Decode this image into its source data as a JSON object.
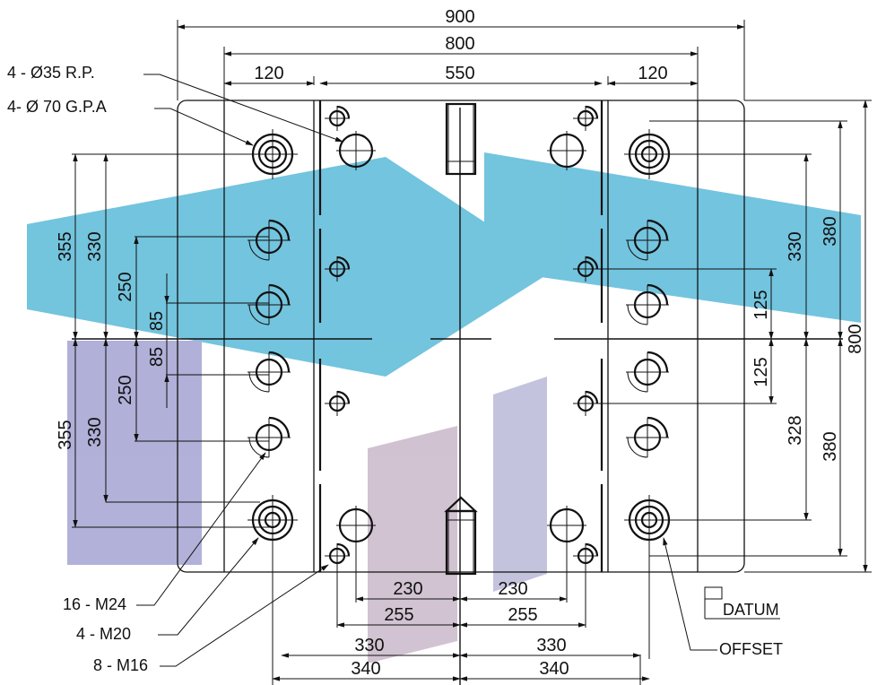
{
  "callouts": {
    "rp": "4 - Ø35  R.P.",
    "gpa": "4- Ø 70  G.P.A",
    "m24": "16 - M24",
    "m20": "4 - M20",
    "m16": "8 - M16",
    "datum": "DATUM",
    "offset": "OFFSET"
  },
  "dimensions": {
    "top": {
      "overall": "900",
      "inner": "800",
      "left_margin": "120",
      "center": "550",
      "right_margin": "120"
    },
    "left": {
      "outer_upper": "355",
      "mid_upper": "330",
      "inner_upper": "250",
      "small_upper": "85",
      "small_lower": "85",
      "inner_lower": "250",
      "mid_lower": "330",
      "outer_lower": "355"
    },
    "right": {
      "upper_380": "380",
      "upper_330": "330",
      "upper_125": "125",
      "overall": "800",
      "lower_125": "125",
      "lower_328": "328",
      "lower_380": "380"
    },
    "bottom": {
      "l230": "230",
      "r230": "230",
      "l255": "255",
      "r255": "255",
      "l330": "330",
      "r330": "330",
      "l340": "340",
      "r340": "340"
    }
  },
  "watermark": {
    "blue": "#5bbad8",
    "purple": "#a3a3d2",
    "grey": "#bfc3c6"
  }
}
